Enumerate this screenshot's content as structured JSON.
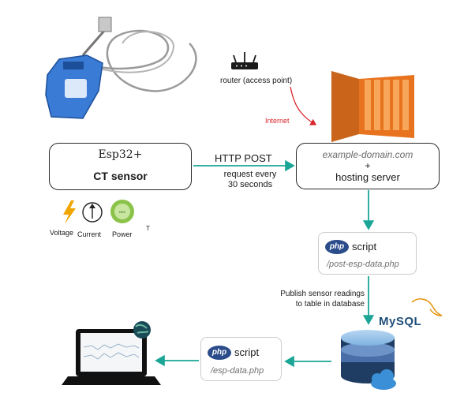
{
  "router": {
    "label": "router (access point)"
  },
  "internet": {
    "label": "Internet"
  },
  "esp": {
    "title": "Esp32+",
    "subtitle": "CT sensor"
  },
  "http": {
    "label": "HTTP POST",
    "interval_line1": "request every",
    "interval_line2": "30 seconds"
  },
  "host": {
    "domain": "example-domain.com",
    "plus": "+",
    "label": "hosting server"
  },
  "sensor_icons": {
    "voltage": "Voltage",
    "current": "Current",
    "power": "Power",
    "extra": "T"
  },
  "php_top": {
    "logo": "php",
    "label": "script",
    "file": "/post-esp-data.php"
  },
  "publish": {
    "line1": "Publish sensor readings",
    "line2": "to table in database"
  },
  "mysql": {
    "logo": "MySQL"
  },
  "php_bottom": {
    "logo": "php",
    "label": "script",
    "file": "/esp-data.php"
  },
  "colors": {
    "arrow": "#1aa596",
    "internet": "#d9262b",
    "php": "#2b4c8b",
    "aws": "#e8731f",
    "mysql": "#1f4e79"
  }
}
